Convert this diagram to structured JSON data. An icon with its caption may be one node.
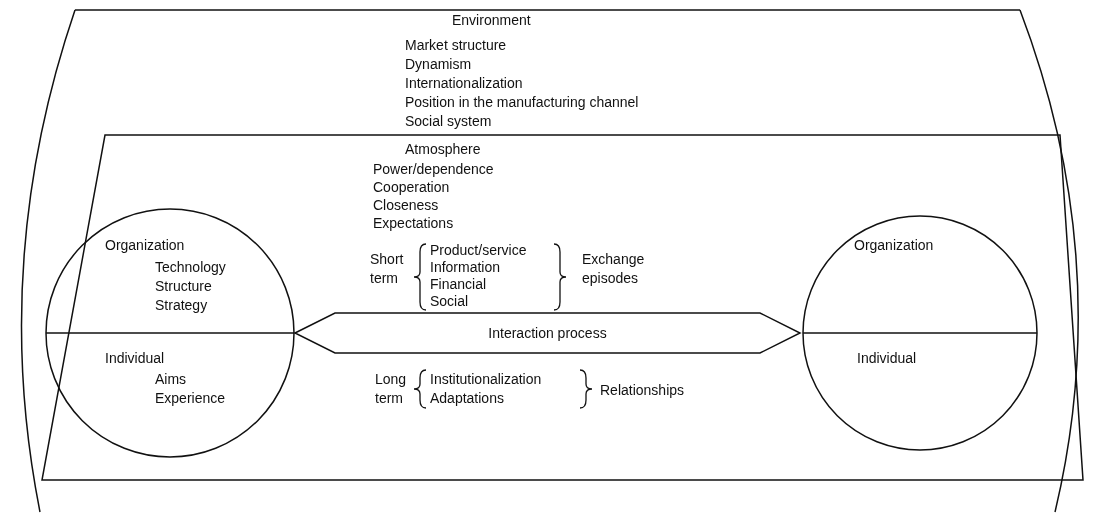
{
  "diagram": {
    "nodes": [
      {
        "text": [
          "Environment",
          "Market structure",
          "Dynamism",
          "Internationalization",
          "Position in the manufacturing channel",
          "Social system"
        ]
      },
      {
        "text": [
          "Atmosphere",
          "Power/dependence",
          "Cooperation",
          "Closeness",
          "Expectations"
        ],
        "in": 0
      },
      {
        "text": [
          "Organization",
          "Technology",
          "Structure",
          "Strategy",
          "Individual",
          "Aims",
          "Experience"
        ],
        "in": 1
      },
      {
        "text": [
          "Interaction process"
        ],
        "in": 1
      },
      {
        "text": [
          "Organization",
          "Individual"
        ],
        "in": 1
      }
    ],
    "labels": [
      "Short term",
      "Product/service",
      "Information",
      "Financial",
      "Social",
      "Exchange episodes",
      "Long term",
      "Institutionalization",
      "Adaptations",
      "Relationships"
    ]
  }
}
